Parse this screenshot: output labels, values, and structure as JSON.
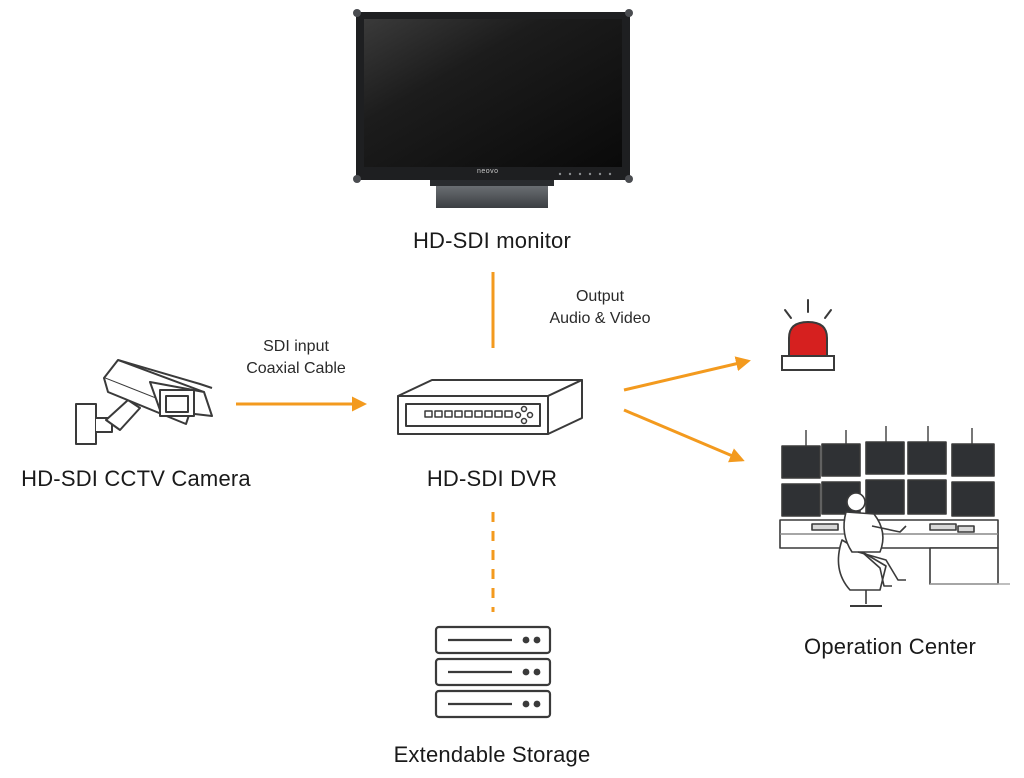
{
  "nodes": {
    "monitor": {
      "label": "HD-SDI monitor",
      "brand": "neovo"
    },
    "camera": {
      "label": "HD-SDI CCTV Camera"
    },
    "dvr": {
      "label": "HD-SDI DVR"
    },
    "storage": {
      "label": "Extendable Storage"
    },
    "alarm": {
      "label": ""
    },
    "operation_center": {
      "label": "Operation Center"
    }
  },
  "edges": {
    "camera_to_dvr": {
      "line1": "SDI input",
      "line2": "Coaxial Cable"
    },
    "dvr_to_outputs": {
      "line1": "Output",
      "line2": "Audio & Video"
    }
  },
  "colors": {
    "accent": "#F39A1E",
    "alarm_red": "#D6201F",
    "line": "#3a3a3a"
  },
  "icons": [
    "monitor-icon",
    "cctv-camera-icon",
    "dvr-icon",
    "storage-server-icon",
    "alarm-siren-icon",
    "operation-center-icon"
  ]
}
